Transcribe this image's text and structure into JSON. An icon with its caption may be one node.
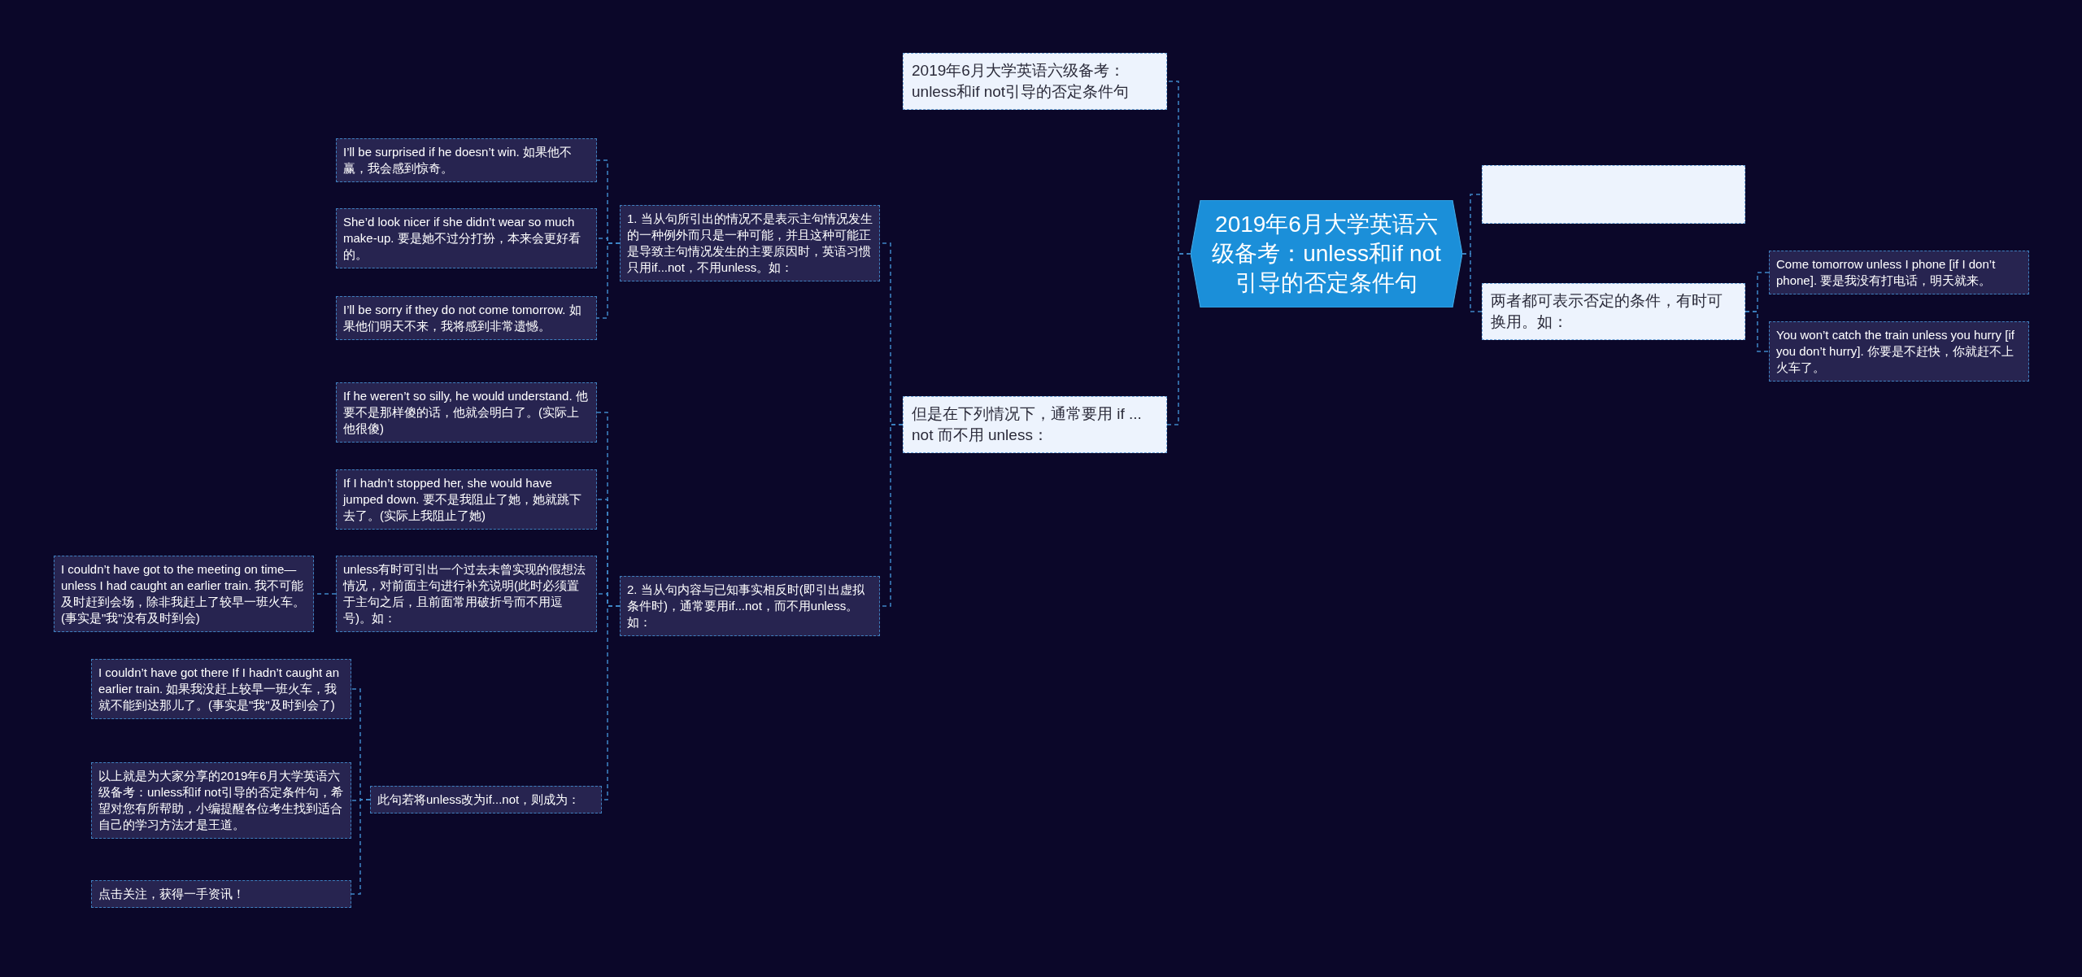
{
  "diagram": {
    "nodes": [
      {
        "text": [
          "2019年6月大学英语六级备考：unless和if not引导的否定条件句"
        ]
      },
      {
        "text": [
          "2019年6月大学英语六级备考：unless和if not引导的否定条件句"
        ]
      },
      {
        "text": [
          "但是在下列情况下，通常要用 if ... not 而不用 unless："
        ]
      },
      {
        "text": [
          "1. 当从句所引出的情况不是表示主句情况发生的一种例外而只是一种可能，并且这种可能正是导致主句情况发生的主要原因时，英语习惯只用if...not，不用unless。如："
        ]
      },
      {
        "text": [
          "I’ll be surprised if he doesn’t win. 如果他不赢，我会感到惊奇。"
        ]
      },
      {
        "text": [
          "She’d look nicer if she didn’t wear so much make-up. 要是她不过分打扮，本来会更好看的。"
        ]
      },
      {
        "text": [
          "I’ll be sorry if they do not come tomorrow. 如果他们明天不来，我将感到非常遗憾。"
        ]
      },
      {
        "text": [
          "2. 当从句内容与已知事实相反时(即引出虚拟条件时)，通常要用if...not，而不用unless。如："
        ]
      },
      {
        "text": [
          "If he weren’t so silly, he would understand. 他要不是那样傻的话，他就会明白了。(实际上他很傻)"
        ]
      },
      {
        "text": [
          "If I hadn’t stopped her, she would have jumped down. 要不是我阻止了她，她就跳下去了。(实际上我阻止了她)"
        ]
      },
      {
        "text": [
          "unless有时可引出一个过去未曾实现的假想法情况，对前面主句进行补充说明(此时必须置于主句之后，且前面常用破折号而不用逗号)。如："
        ]
      },
      {
        "text": [
          "I couldn’t have got to the meeting on time—unless I had caught an earlier train. 我不可能及时赶到会场，除非我赶上了较早一班火车。(事实是\"我\"没有及时到会)"
        ]
      },
      {
        "text": [
          "此句若将unless改为if...not，则成为："
        ]
      },
      {
        "text": [
          "I couldn’t have got there If I hadn’t caught an earlier train. 如果我没赶上较早一班火车，我就不能到达那儿了。(事实是\"我\"及时到会了)"
        ]
      },
      {
        "text": [
          "以上就是为大家分享的2019年6月大学英语六级备考：unless和if not引导的否定条件句，希望对您有所帮助，小编提醒各位考生找到适合自己的学习方法才是王道。"
        ]
      },
      {
        "text": [
          "点击关注，获得一手资讯！"
        ]
      },
      {
        "text": [],
        "shape": "box"
      },
      {
        "text": [
          "两者都可表示否定的条件，有时可换用。如："
        ]
      },
      {
        "text": [
          "Come tomorrow unless I phone [if I don’t phone]. 要是我没有打电话，明天就来。"
        ]
      },
      {
        "text": [
          "You won’t catch the train unless you hurry [if you don’t hurry]. 你要是不赶快，你就赶不上火车了。"
        ]
      }
    ],
    "edges": [
      {
        "from": 0,
        "to": 1,
        "arrow": "none",
        "style": "dashed"
      },
      {
        "from": 0,
        "to": 2,
        "arrow": "none",
        "style": "dashed"
      },
      {
        "from": 2,
        "to": 3,
        "arrow": "none",
        "style": "dashed"
      },
      {
        "from": 3,
        "to": 4,
        "arrow": "none",
        "style": "dashed"
      },
      {
        "from": 3,
        "to": 5,
        "arrow": "none",
        "style": "dashed"
      },
      {
        "from": 3,
        "to": 6,
        "arrow": "none",
        "style": "dashed"
      },
      {
        "from": 2,
        "to": 7,
        "arrow": "none",
        "style": "dashed"
      },
      {
        "from": 7,
        "to": 8,
        "arrow": "none",
        "style": "dashed"
      },
      {
        "from": 7,
        "to": 9,
        "arrow": "none",
        "style": "dashed"
      },
      {
        "from": 7,
        "to": 10,
        "arrow": "none",
        "style": "dashed"
      },
      {
        "from": 10,
        "to": 11,
        "arrow": "none",
        "style": "dashed"
      },
      {
        "from": 7,
        "to": 12,
        "arrow": "none",
        "style": "dashed"
      },
      {
        "from": 12,
        "to": 13,
        "arrow": "none",
        "style": "dashed"
      },
      {
        "from": 12,
        "to": 14,
        "arrow": "none",
        "style": "dashed"
      },
      {
        "from": 12,
        "to": 15,
        "arrow": "none",
        "style": "dashed"
      },
      {
        "from": 0,
        "to": 16,
        "arrow": "none",
        "style": "dashed"
      },
      {
        "from": 0,
        "to": 17,
        "arrow": "none",
        "style": "dashed"
      },
      {
        "from": 17,
        "to": 18,
        "arrow": "none",
        "style": "dashed"
      },
      {
        "from": 17,
        "to": 19,
        "arrow": "none",
        "style": "dashed"
      }
    ]
  }
}
